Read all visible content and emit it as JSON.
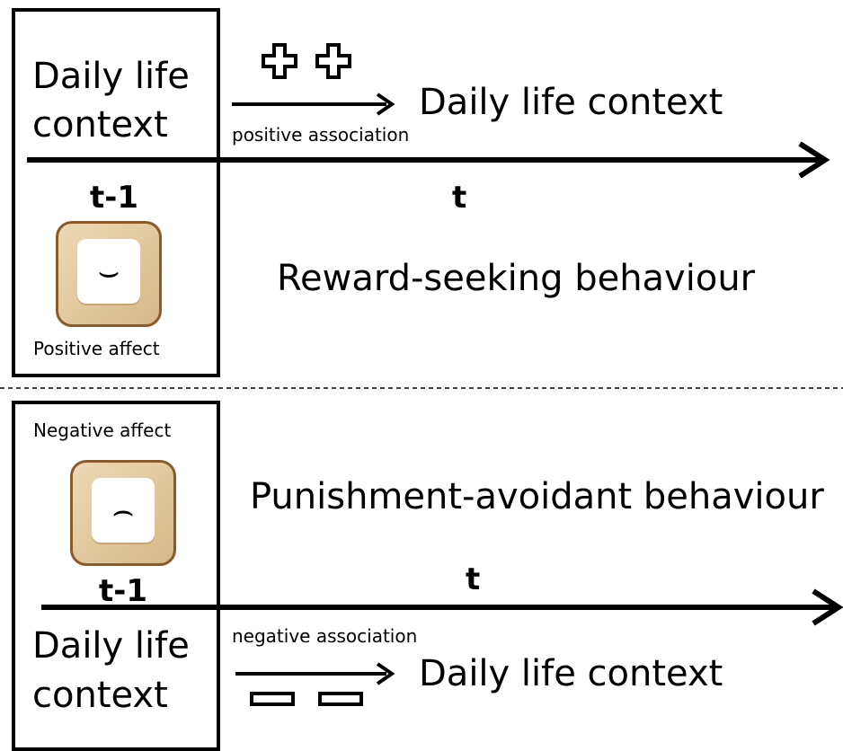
{
  "top_panel": {
    "context_label": "Daily life context",
    "context_line1": "Daily life",
    "context_line2": "context",
    "time_prev": "t-1",
    "time_now": "t",
    "affect_label": "Positive affect",
    "association_label": "positive association",
    "result_context": "Daily life context",
    "behaviour": "Reward-seeking behaviour",
    "face_glyph": "⌣"
  },
  "bottom_panel": {
    "context_line1": "Daily life",
    "context_line2": "context",
    "time_prev": "t-1",
    "time_now": "t",
    "affect_label": "Negative affect",
    "association_label": "negative association",
    "result_context": "Daily life context",
    "behaviour": "Punishment-avoidant behaviour",
    "face_glyph": "⌢"
  }
}
